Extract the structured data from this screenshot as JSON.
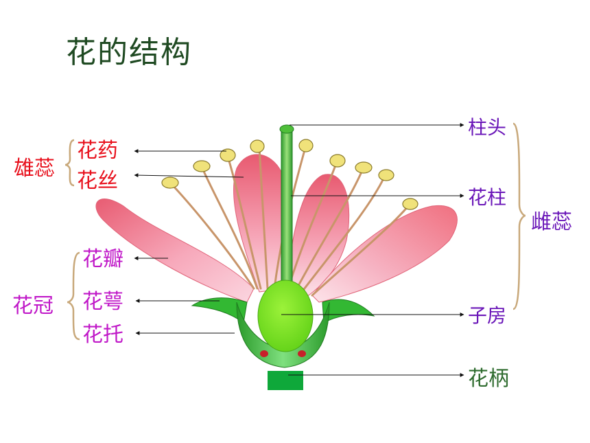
{
  "title": "花的结构",
  "labels": {
    "stamen": "雄蕊",
    "anther": "花药",
    "filament": "花丝",
    "corolla": "花冠",
    "petal": "花瓣",
    "sepal": "花萼",
    "receptacle": "花托",
    "stigma": "柱头",
    "style": "花柱",
    "ovary": "子房",
    "pistil": "雌蕊",
    "pedicel": "花柄"
  },
  "colors": {
    "stamen_group": "#e8101c",
    "corolla_group": "#c018c8",
    "pistil_group": "#6a16b8",
    "pedicel": "#2e6b2e",
    "title": "#1f4a22"
  }
}
